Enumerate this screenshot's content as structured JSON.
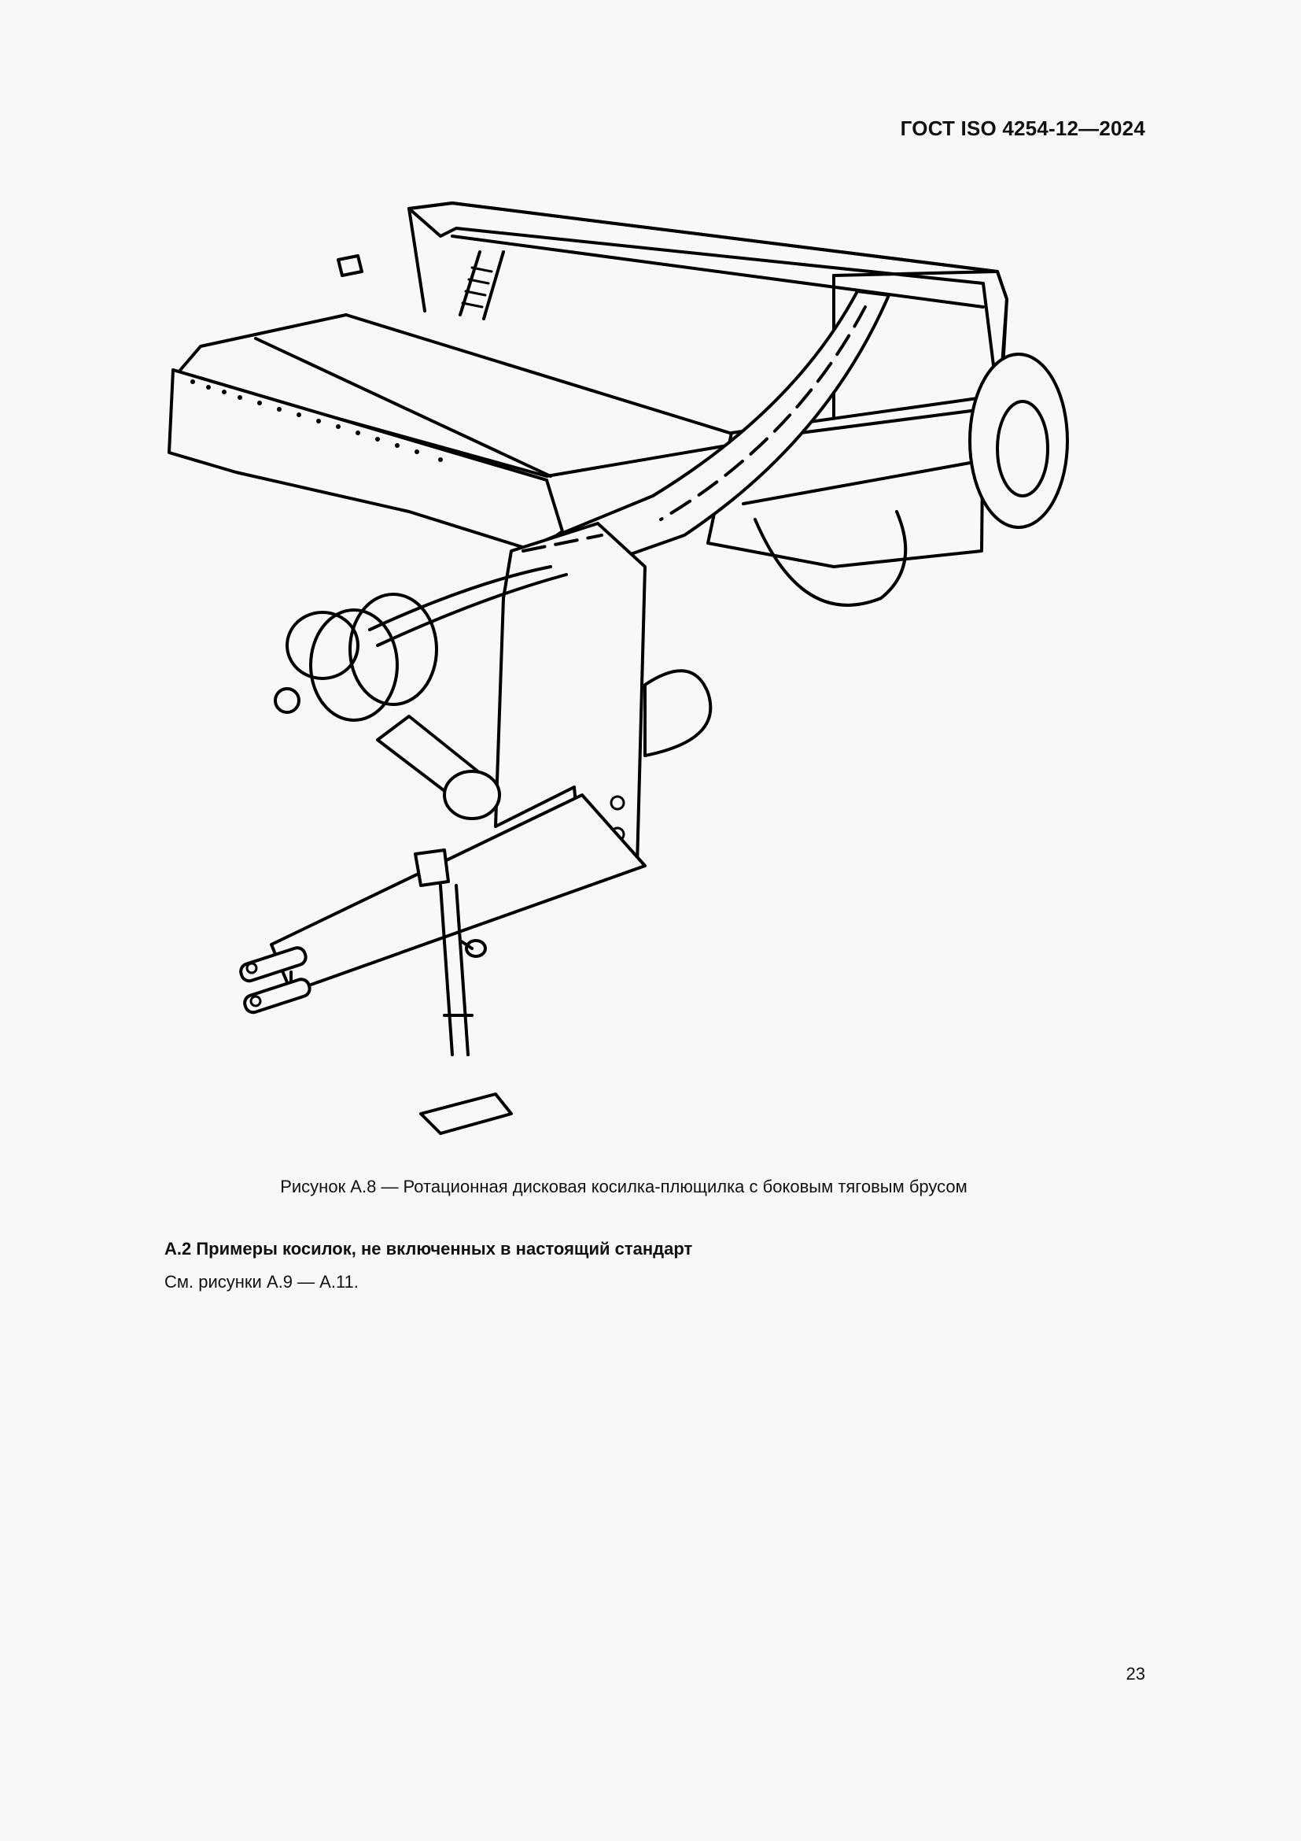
{
  "header": {
    "document_code": "ГОСТ ISO 4254-12—2024"
  },
  "figure": {
    "label": "Рисунок А.8",
    "caption": "Рисунок А.8 — Ротационная дисковая косилка-плющилка с боковым тяговым брусом",
    "image_description": "line-drawing-rotary-disc-mower-conditioner-with-side-drawbar"
  },
  "section": {
    "title": "А.2 Примеры косилок, не включенных в настоящий стандарт",
    "text": "См. рисунки А.9 — А.11."
  },
  "footer": {
    "page_number": "23"
  }
}
